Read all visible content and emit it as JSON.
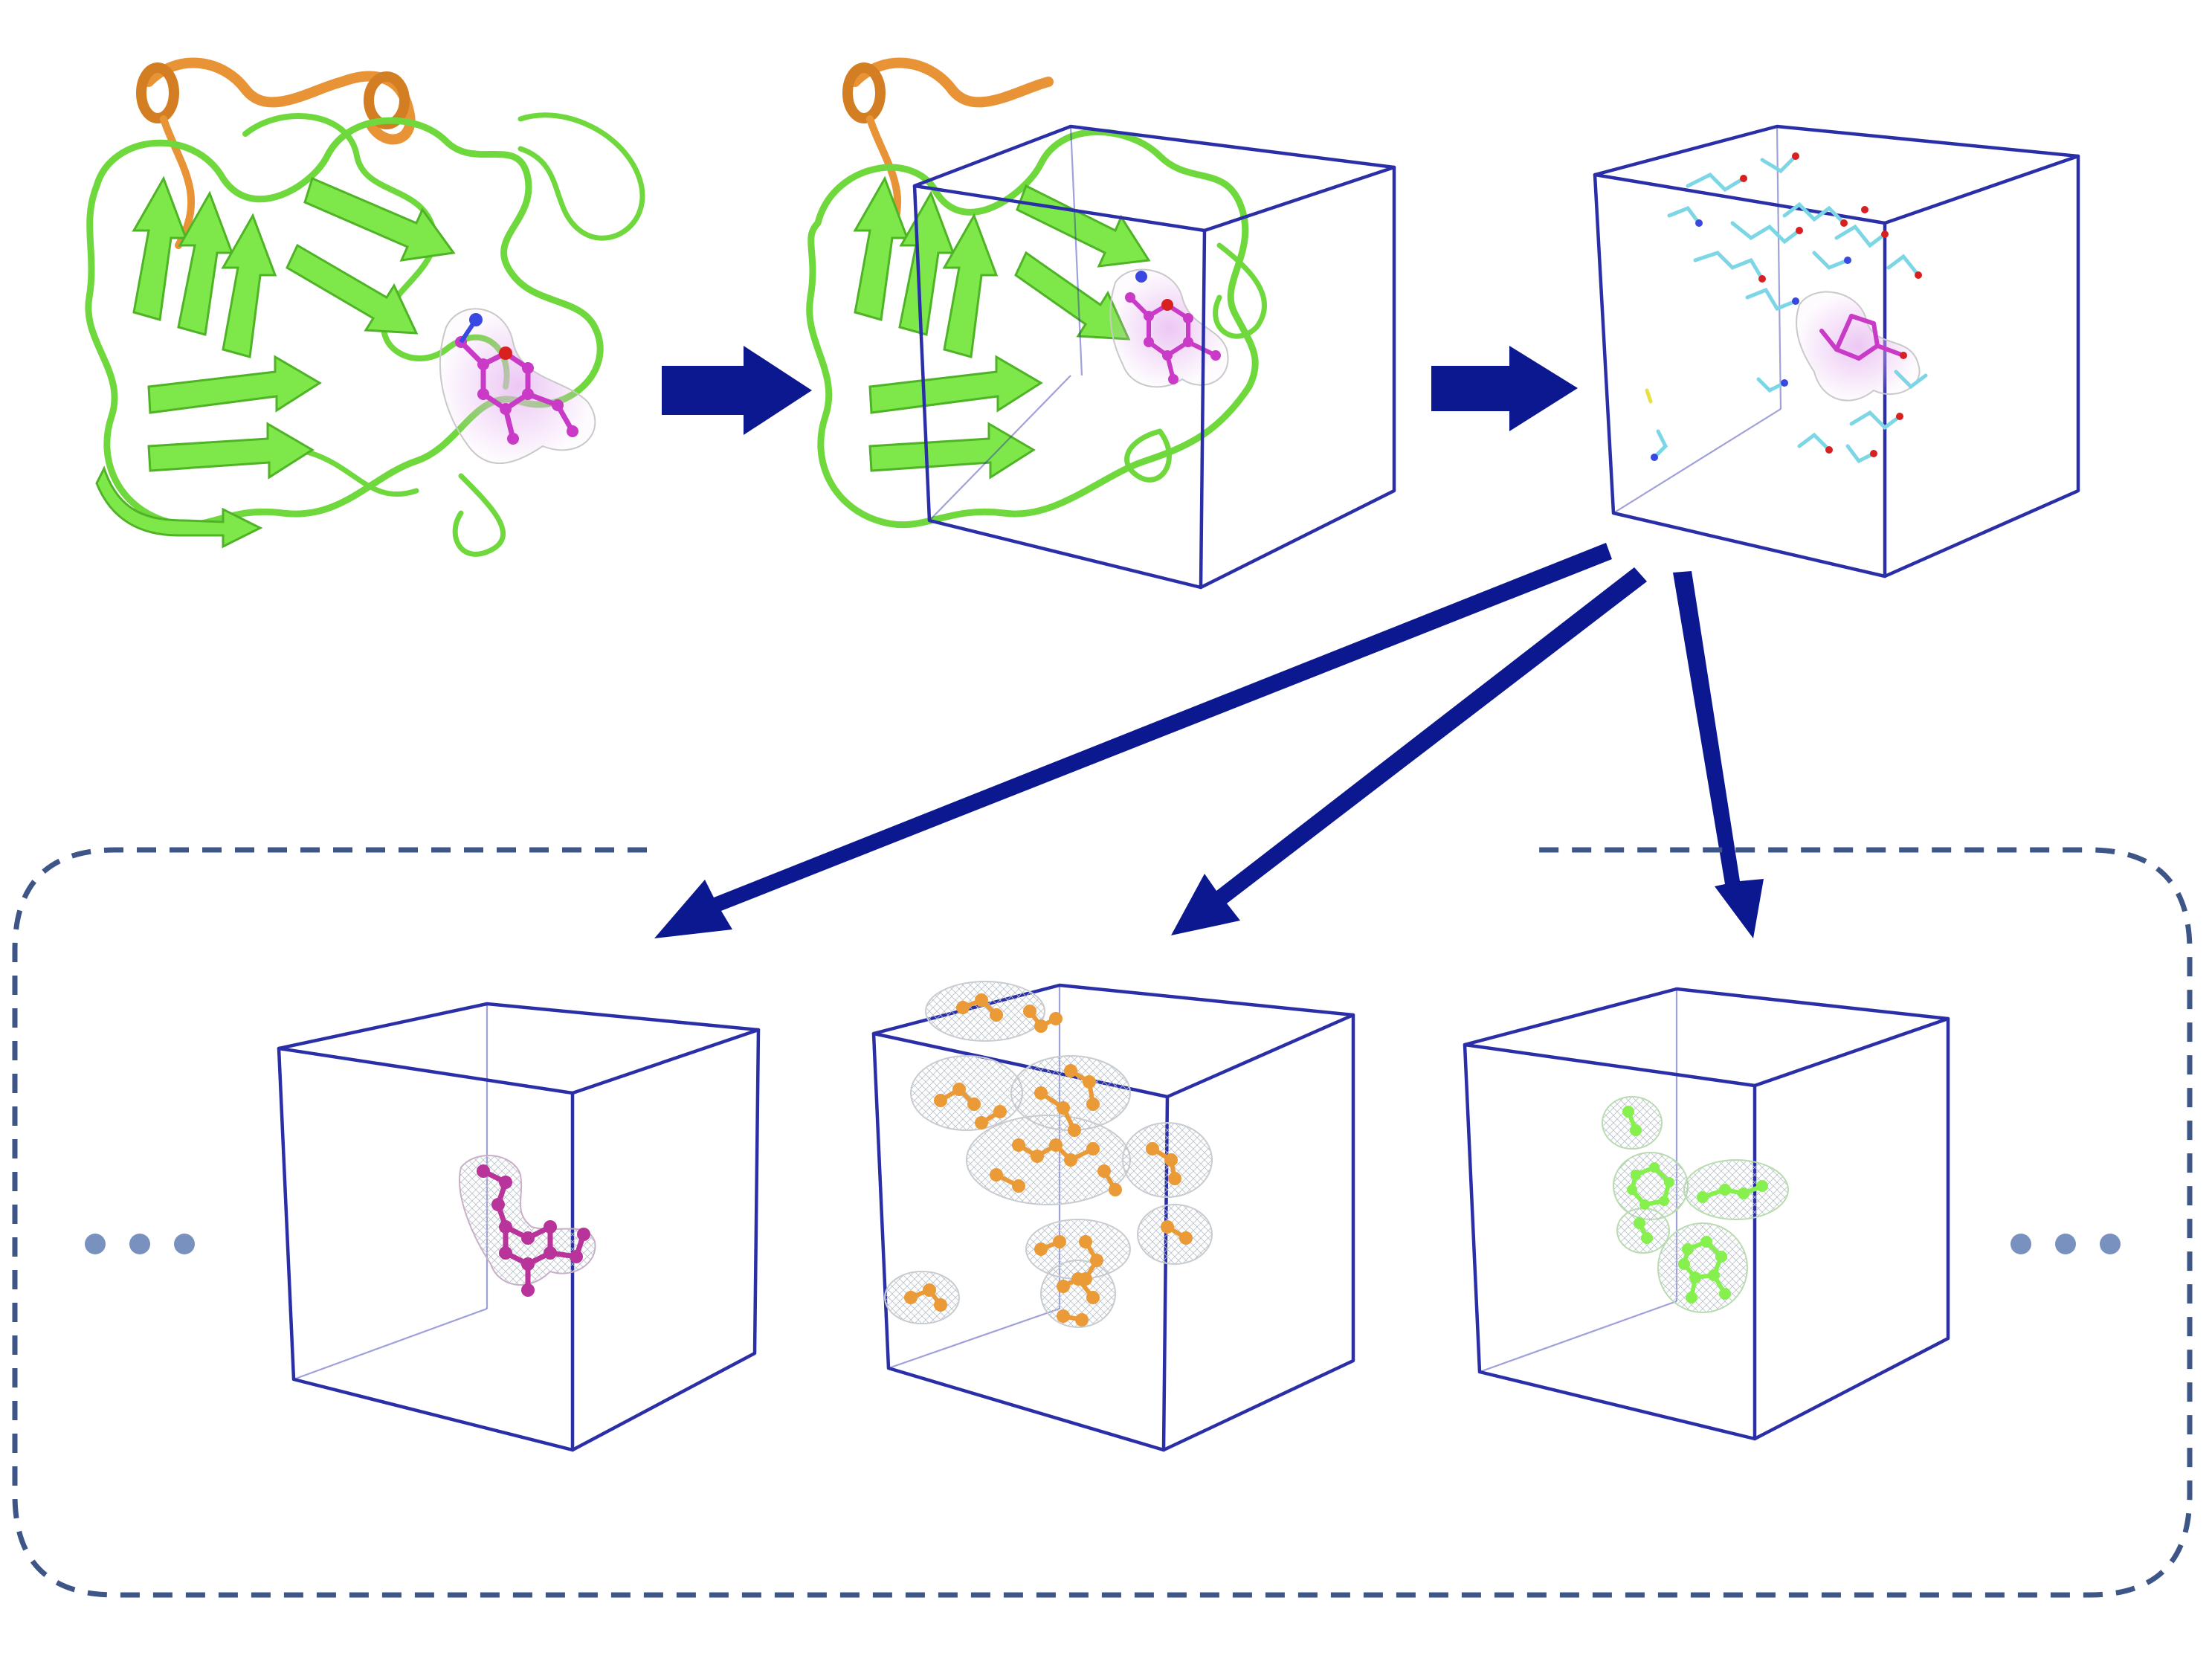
{
  "figure": {
    "description_free": true
  },
  "colors": {
    "background": "#ffffff",
    "box_edge": "#2a2fa8",
    "arrow": "#0c1890",
    "dash_frame": "#3d5587",
    "ellipsis_dot": "#7891bf",
    "protein_green": "#7ee84a",
    "protein_green_dark": "#4fb326",
    "protein_orange": "#e89436",
    "ligand_magenta": "#c93ac6",
    "ligand_surface": "#d9a4e8",
    "water_cyan": "#7dd6e6",
    "oxygen_red": "#d82020",
    "nitrogen_blue": "#3848e0",
    "cluster_orange": "#ea9a36",
    "cluster_green": "#86f04e",
    "mesh_gray": "#b8c0c8"
  },
  "stages": [
    {
      "id": "protein-ligand-complex",
      "icon": "protein-ribbon-icon"
    },
    {
      "id": "boxed-complex",
      "icon": "bounding-box-icon"
    },
    {
      "id": "binding-site-atoms",
      "icon": "atom-cluster-icon"
    }
  ],
  "channels": [
    {
      "id": "ligand-channel",
      "color": "ligand_magenta"
    },
    {
      "id": "hydrophobic-channel",
      "color": "cluster_orange"
    },
    {
      "id": "aromatic-channel",
      "color": "cluster_green"
    }
  ],
  "ellipsis_left": "• • •",
  "ellipsis_right": "• • •"
}
